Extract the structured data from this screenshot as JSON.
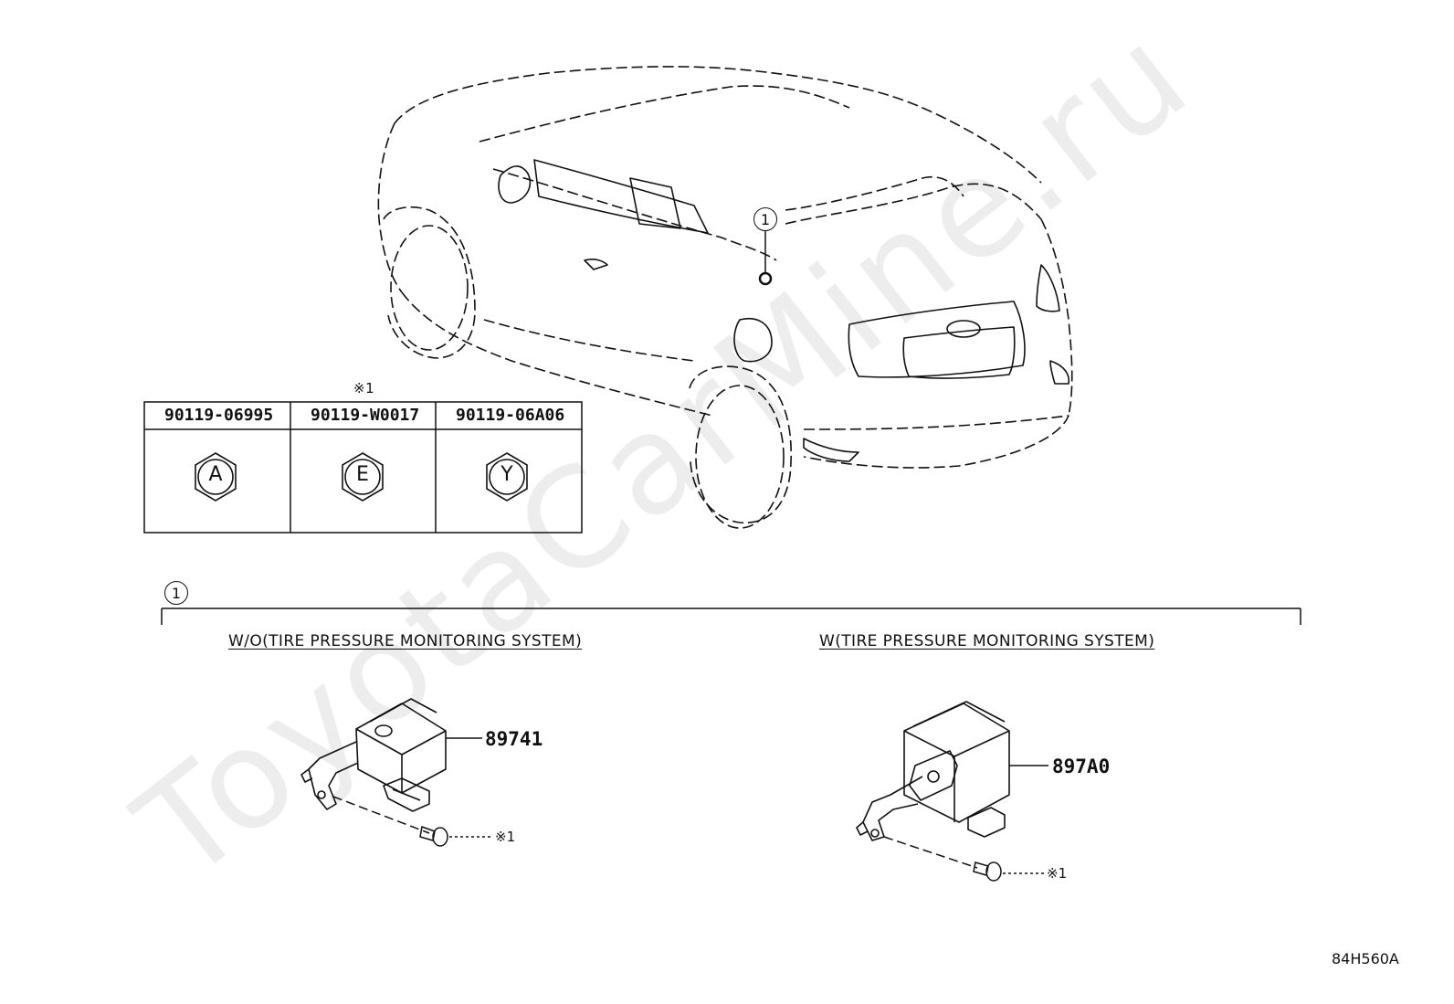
{
  "watermark": "ToyotaCarMine.ru",
  "diagram_id": "84H560A",
  "callout_number": "1",
  "fastener_table": {
    "note_mark": "※1",
    "columns": [
      {
        "part": "90119-06995",
        "letter": "A"
      },
      {
        "part": "90119-W0017",
        "letter": "E"
      },
      {
        "part": "90119-06A06",
        "letter": "Y"
      }
    ]
  },
  "section": {
    "left_title": "W/O(TIRE PRESSURE MONITORING SYSTEM)",
    "right_title": "W(TIRE PRESSURE MONITORING SYSTEM)",
    "left_part": "89741",
    "right_part": "897A0",
    "left_ref": "※1",
    "right_ref": "※1"
  }
}
